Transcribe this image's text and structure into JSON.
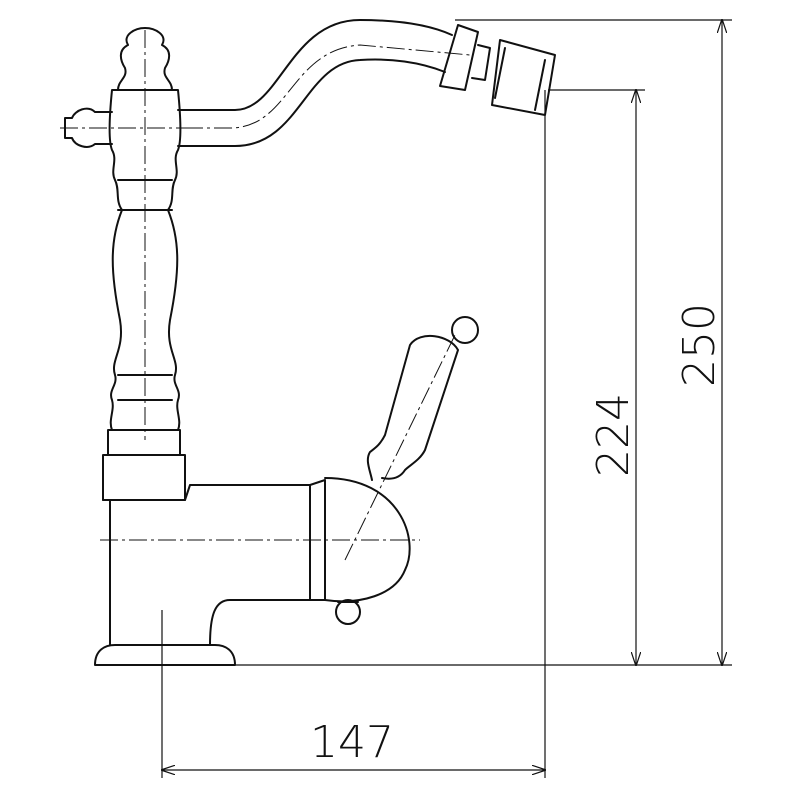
{
  "drawing": {
    "subject": "faucet",
    "dimensions": {
      "width": "147",
      "spout_height": "224",
      "total_height": "250"
    },
    "line_color": "#111111",
    "background": "#ffffff"
  }
}
